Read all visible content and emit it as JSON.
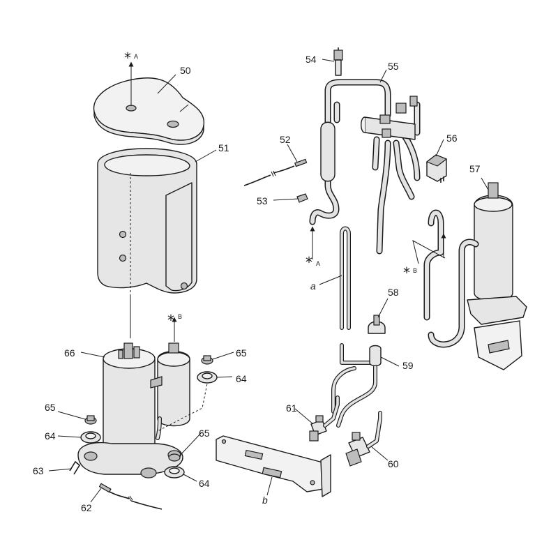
{
  "callouts": {
    "c50": "50",
    "c51": "51",
    "c52": "52",
    "c53": "53",
    "c54": "54",
    "c55": "55",
    "c56": "56",
    "c57": "57",
    "c58": "58",
    "c59": "59",
    "c60": "60",
    "c61": "61",
    "c62": "62",
    "c63": "63",
    "c64a": "64",
    "c64b": "64",
    "c64c": "64",
    "c65a": "65",
    "c65b": "65",
    "c65c": "65",
    "c66": "66"
  },
  "letters": {
    "a": "a",
    "b": "b"
  },
  "markers": {
    "star": "*",
    "a": "A",
    "b": "B"
  }
}
